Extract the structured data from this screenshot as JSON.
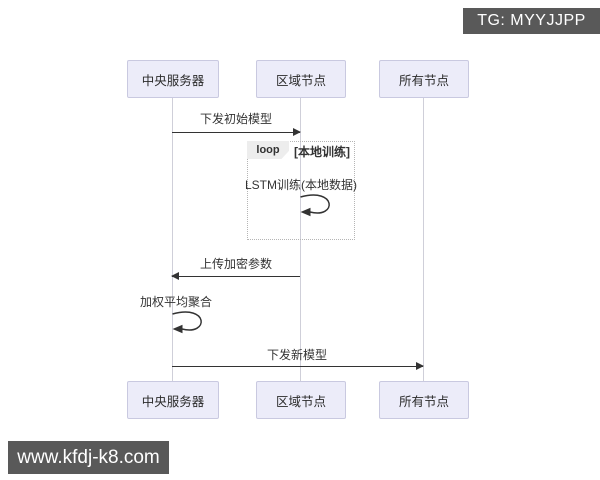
{
  "overlay": {
    "tg_badge": "TG: MYYJJPP",
    "watermark": "www.kfdj-k8.com"
  },
  "diagram": {
    "type": "sequence-diagram",
    "actors": [
      {
        "label": "中央服务器"
      },
      {
        "label": "区域节点"
      },
      {
        "label": "所有节点"
      }
    ],
    "loop": {
      "label": "loop",
      "condition": "[本地训练]"
    },
    "messages": [
      {
        "text": "下发初始模型",
        "from": "中央服务器",
        "to": "区域节点",
        "direction": "right"
      },
      {
        "text": "LSTM训练(本地数据)",
        "from": "区域节点",
        "to": "区域节点",
        "direction": "self"
      },
      {
        "text": "上传加密参数",
        "from": "区域节点",
        "to": "中央服务器",
        "direction": "left"
      },
      {
        "text": "加权平均聚合",
        "from": "中央服务器",
        "to": "中央服务器",
        "direction": "self"
      },
      {
        "text": "下发新模型",
        "from": "中央服务器",
        "to": "所有节点",
        "direction": "right"
      }
    ]
  },
  "colors": {
    "badge_bg": "#595959",
    "badge_text": "#ffffff",
    "actor_fill": "#ececf9",
    "actor_border": "#c9c9e0",
    "lifeline": "#cfcfd9",
    "arrow": "#333333",
    "loop_border": "#b5b5b5",
    "loop_label_bg": "#ededed"
  }
}
